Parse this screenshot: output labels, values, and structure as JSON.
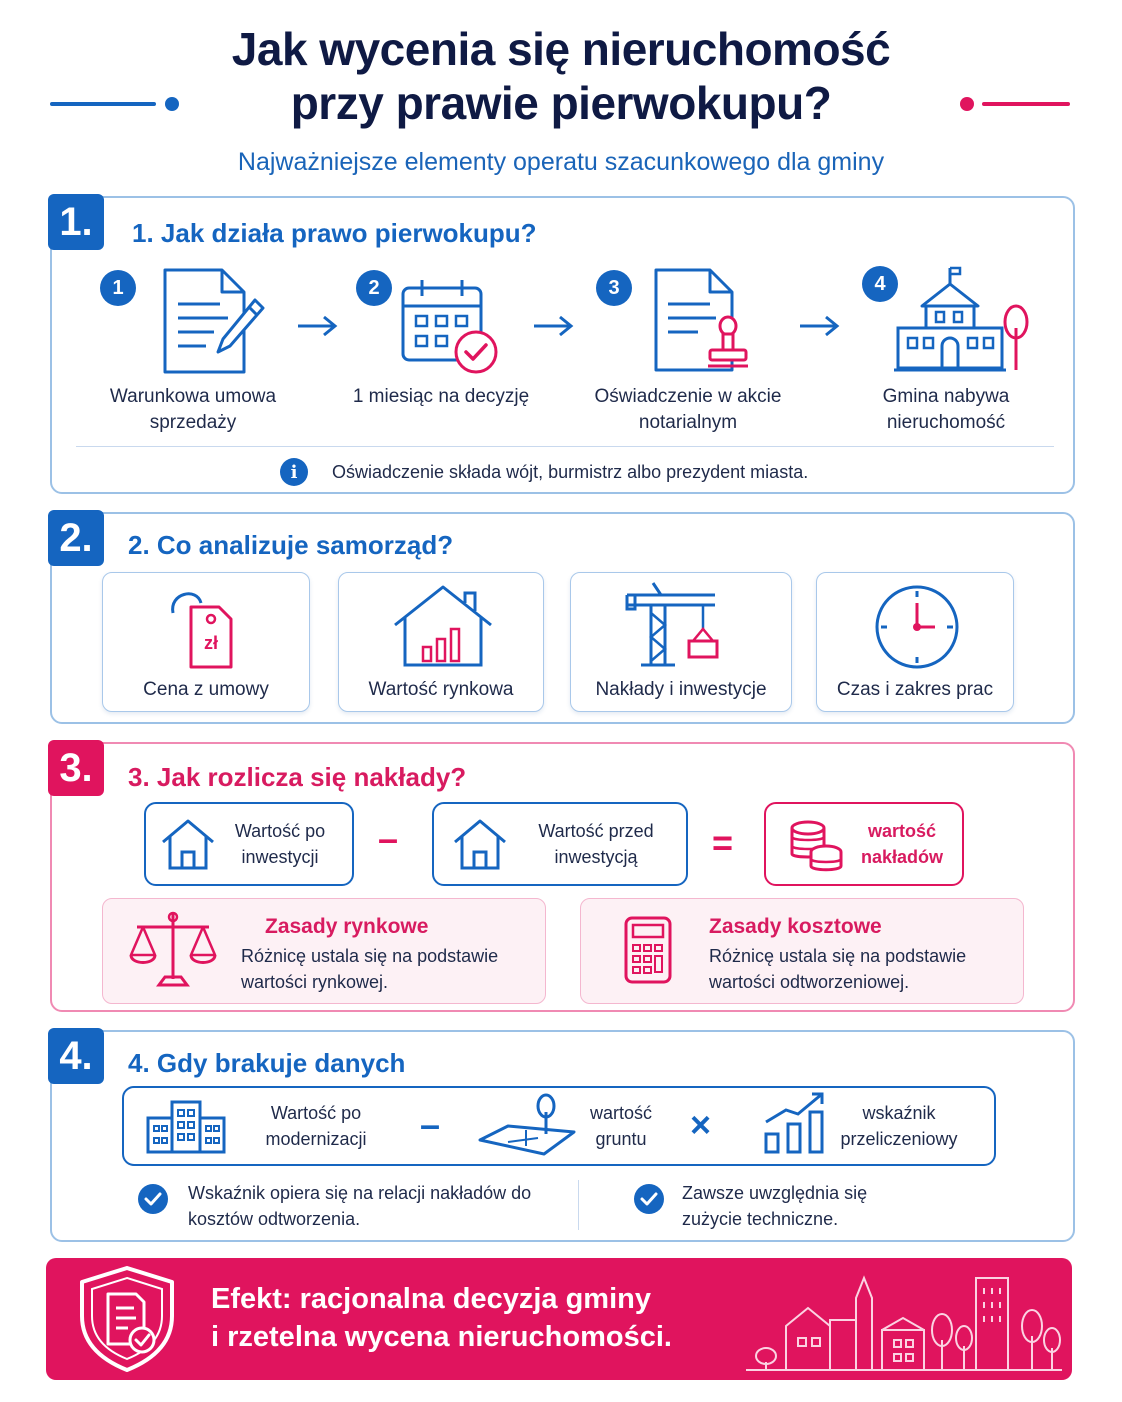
{
  "header": {
    "title_line1": "Jak wycenia się nieruchomość",
    "title_line2": "przy prawie pierwokupu?",
    "subtitle": "Najważniejsze elementy operatu szacunkowego dla gminy"
  },
  "colors": {
    "blue": "#1565c0",
    "navy": "#0f1a44",
    "pink": "#e0145e",
    "light_border": "#9cc1e6"
  },
  "section1": {
    "badge": "1.",
    "title": "1. Jak działa prawo pierwokupu?",
    "steps": [
      {
        "num": "1",
        "label": "Warunkowa umowa sprzedaży",
        "icon": "contract-pen-icon"
      },
      {
        "num": "2",
        "label": "1 miesiąc na decyzję",
        "icon": "calendar-check-icon"
      },
      {
        "num": "3",
        "label": "Oświadczenie w akcie notarialnym",
        "icon": "notary-stamp-icon"
      },
      {
        "num": "4",
        "label": "Gmina nabywa nieruchomość",
        "icon": "town-hall-icon"
      }
    ],
    "info_icon": "i",
    "info": "Oświadczenie składa wójt, burmistrz albo prezydent miasta."
  },
  "section2": {
    "badge": "2.",
    "title": "2. Co analizuje samorząd?",
    "cards": [
      {
        "label": "Cena z umowy",
        "icon": "price-tag-icon",
        "tag_text": "zł"
      },
      {
        "label": "Wartość rynkowa",
        "icon": "house-chart-icon"
      },
      {
        "label": "Nakłady i inwestycje",
        "icon": "crane-icon"
      },
      {
        "label": "Czas i zakres prac",
        "icon": "clock-icon"
      }
    ]
  },
  "section3": {
    "badge": "3.",
    "title": "3. Jak rozlicza się nakłady?",
    "formula": {
      "a": "Wartość po inwestycji",
      "op1": "–",
      "b": "Wartość przed inwestycją",
      "op2": "=",
      "result": "wartość nakładów"
    },
    "rules": [
      {
        "title": "Zasady rynkowe",
        "desc": "Różnicę ustala się na podstawie wartości rynkowej.",
        "icon": "scales-icon"
      },
      {
        "title": "Zasady kosztowe",
        "desc": "Różnicę ustala się na podstawie wartości odtworzeniowej.",
        "icon": "calculator-icon"
      }
    ]
  },
  "section4": {
    "badge": "4.",
    "title": "4. Gdy brakuje danych",
    "formula": {
      "a": "Wartość po modernizacji",
      "op1": "–",
      "b": "wartość gruntu",
      "op2": "×",
      "c": "wskaźnik przeliczeniowy"
    },
    "notes": [
      "Wskaźnik opiera się na relacji nakładów do kosztów odtworzenia.",
      "Zawsze uwzględnia się zużycie techniczne."
    ]
  },
  "footer": {
    "line1": "Efekt: racjonalna decyzja gminy",
    "line2": "i rzetelna wycena nieruchomości.",
    "icon": "shield-document-icon",
    "illustration": "city-skyline-icon"
  }
}
